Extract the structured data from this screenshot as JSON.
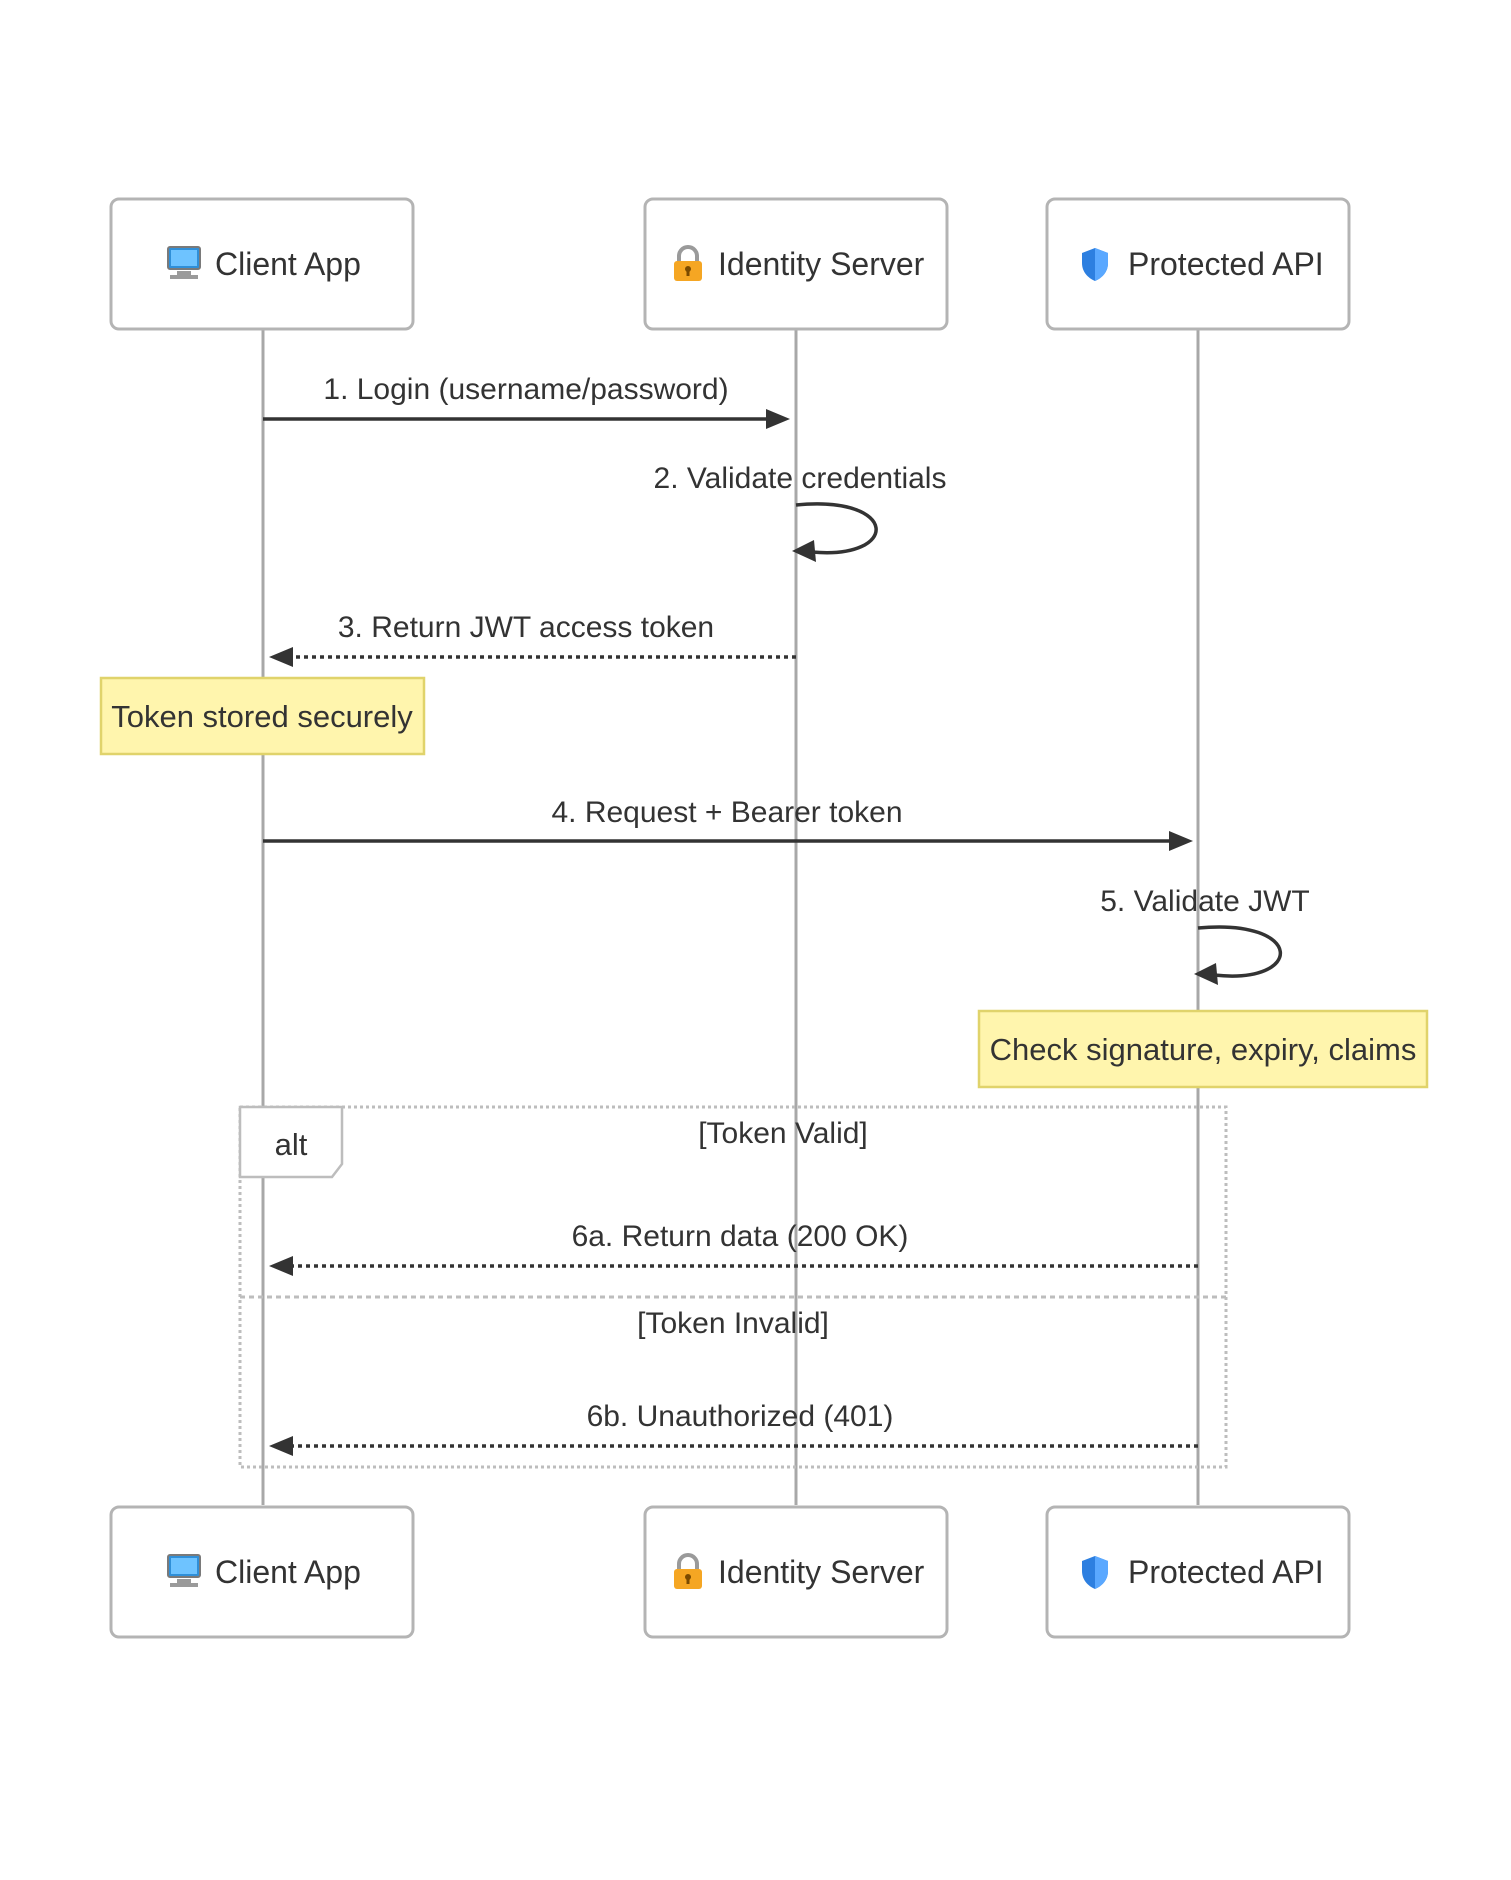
{
  "participants": [
    {
      "id": "client",
      "label": "Client App",
      "icon": "computer-icon"
    },
    {
      "id": "identity",
      "label": "Identity Server",
      "icon": "lock-icon"
    },
    {
      "id": "api",
      "label": "Protected API",
      "icon": "shield-icon"
    }
  ],
  "messages": [
    {
      "label": "1. Login (username/password)",
      "from": "client",
      "to": "identity",
      "style": "solid"
    },
    {
      "label": "2. Validate credentials",
      "from": "identity",
      "to": "identity",
      "style": "self"
    },
    {
      "label": "3. Return JWT access token",
      "from": "identity",
      "to": "client",
      "style": "dotted"
    },
    {
      "label": "4. Request + Bearer token",
      "from": "client",
      "to": "api",
      "style": "solid"
    },
    {
      "label": "5. Validate JWT",
      "from": "api",
      "to": "api",
      "style": "self"
    },
    {
      "label": "6a. Return data (200 OK)",
      "from": "api",
      "to": "client",
      "style": "dotted"
    },
    {
      "label": "6b. Unauthorized (401)",
      "from": "api",
      "to": "client",
      "style": "dotted"
    }
  ],
  "notes": [
    {
      "text": "Token stored securely",
      "over": "client"
    },
    {
      "text": "Check signature, expiry, claims",
      "over": "api"
    }
  ],
  "alt": {
    "label": "alt",
    "conditions": [
      "[Token Valid]",
      "[Token Invalid]"
    ]
  },
  "colors": {
    "note_fill": "#fff5ad",
    "note_border": "#e0d36b",
    "line": "#333333",
    "lifeline": "#a8a8a8"
  }
}
